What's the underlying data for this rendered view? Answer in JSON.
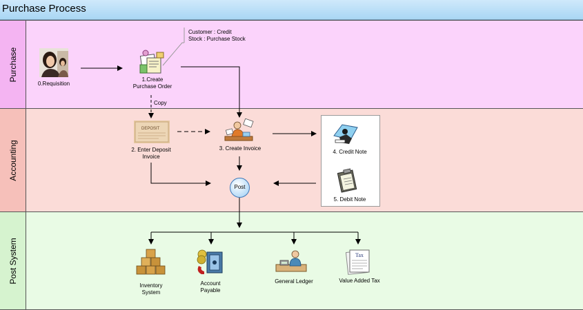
{
  "title": "Purchase Process",
  "lanes": {
    "purchase": "Purchase",
    "accounting": "Accounting",
    "post": "Post  System"
  },
  "nodes": {
    "requisition": "0.Requisition",
    "create_po_line1": "1.Create",
    "create_po_line2": "Purchase Order",
    "deposit_line1": "2. Enter Deposit",
    "deposit_line2": "Invoice",
    "create_invoice": "3. Create Invoice",
    "credit_note": "4. Credit Note",
    "debit_note": "5. Debit Note",
    "post": "Post",
    "inventory_line1": "Inventory",
    "inventory_line2": "System",
    "payable_line1": "Account",
    "payable_line2": "Payable",
    "general_ledger": "General Ledger",
    "vat": "Value Added Tax"
  },
  "annotation": {
    "line1": "Customer : Credit",
    "line2": "Stock : Purchase Stock"
  },
  "edge_labels": {
    "copy": "Copy"
  },
  "icons": {
    "deposit_slip_text": "DEPOSIT",
    "tax_form_text": "Tax"
  }
}
